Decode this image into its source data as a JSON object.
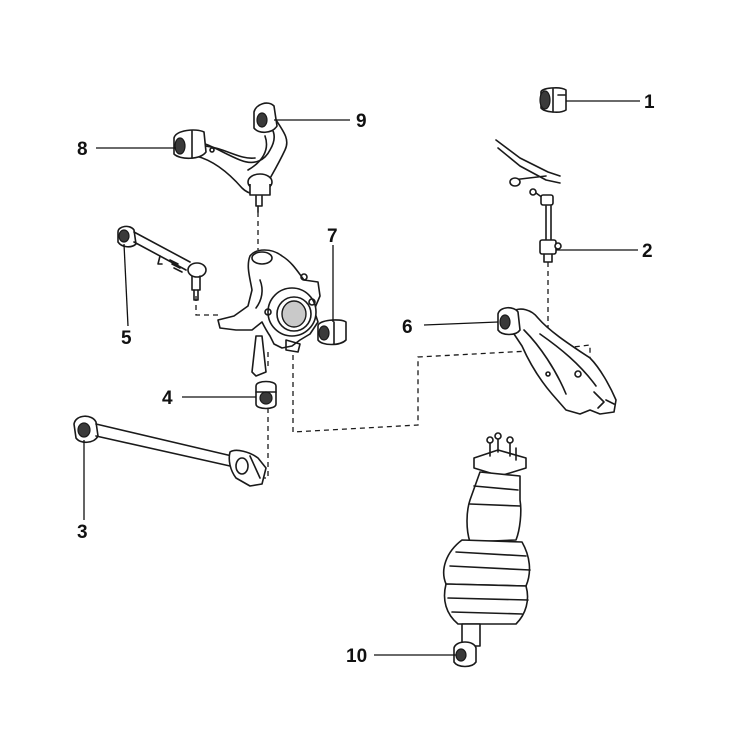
{
  "colors": {
    "ink": "#1a1a1a",
    "shade": "#c9c9c9",
    "background": "#ffffff"
  },
  "callouts": [
    {
      "id": "1",
      "label": "1"
    },
    {
      "id": "2",
      "label": "2"
    },
    {
      "id": "3",
      "label": "3"
    },
    {
      "id": "4",
      "label": "4"
    },
    {
      "id": "5",
      "label": "5"
    },
    {
      "id": "6",
      "label": "6"
    },
    {
      "id": "7",
      "label": "7"
    },
    {
      "id": "8",
      "label": "8"
    },
    {
      "id": "9",
      "label": "9"
    },
    {
      "id": "10",
      "label": "10"
    }
  ]
}
